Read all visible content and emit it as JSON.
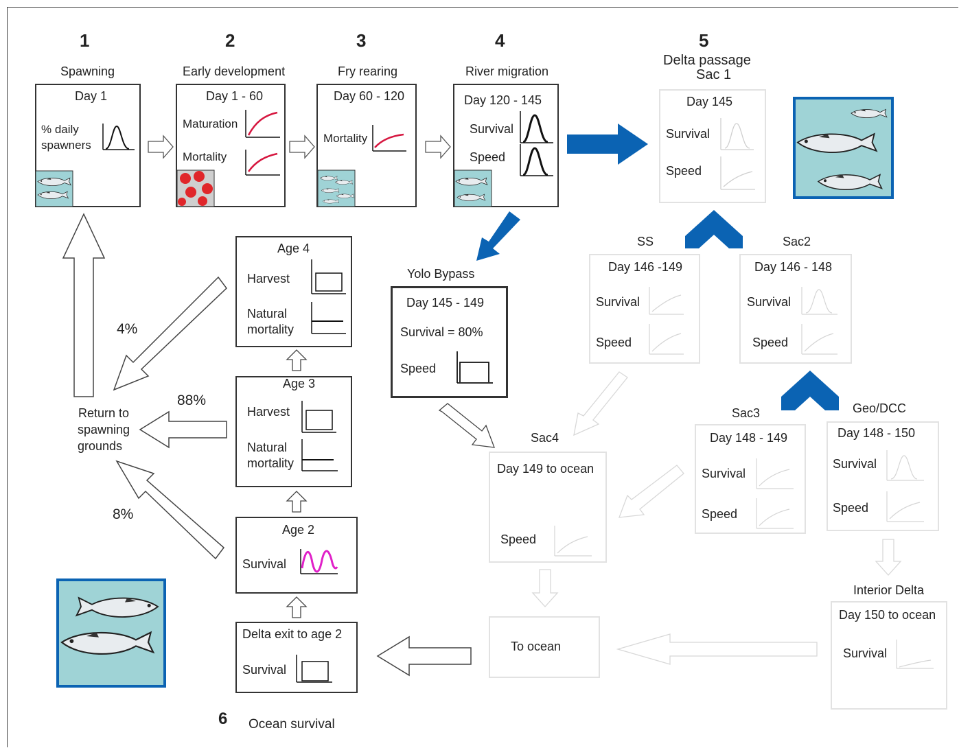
{
  "stages": {
    "s1": {
      "num": "1",
      "title": "Spawning",
      "day": "Day 1",
      "label1": "% daily",
      "label2": "spawners"
    },
    "s2": {
      "num": "2",
      "title": "Early development",
      "day": "Day 1 - 60",
      "maturation": "Maturation",
      "mortality": "Mortality"
    },
    "s3": {
      "num": "3",
      "title": "Fry rearing",
      "day": "Day 60 - 120",
      "mortality": "Mortality"
    },
    "s4": {
      "num": "4",
      "title": "River migration",
      "day": "Day 120 - 145",
      "survival": "Survival",
      "speed": "Speed"
    },
    "s5": {
      "num": "5",
      "title": "Delta passage",
      "subtitle": "Sac 1",
      "day": "Day 145",
      "survival": "Survival",
      "speed": "Speed"
    },
    "s6": {
      "num": "6",
      "title": "Ocean survival"
    }
  },
  "delta": {
    "ss": {
      "title": "SS",
      "day": "Day 146 -149",
      "survival": "Survival",
      "speed": "Speed"
    },
    "sac2": {
      "title": "Sac2",
      "day": "Day 146 - 148",
      "survival": "Survival",
      "speed": "Speed"
    },
    "sac3": {
      "title": "Sac3",
      "day": "Day 148 - 149",
      "survival": "Survival",
      "speed": "Speed"
    },
    "geo": {
      "title": "Geo/DCC",
      "day": "Day 148 - 150",
      "survival": "Survival",
      "speed": "Speed"
    },
    "yolo": {
      "title": "Yolo Bypass",
      "day": "Day 145 - 149",
      "survival": "Survival = 80%",
      "speed": "Speed"
    },
    "sac4": {
      "title": "Sac4",
      "day": "Day 149 to ocean",
      "speed": "Speed"
    },
    "interior": {
      "title": "Interior Delta",
      "day": "Day 150 to ocean",
      "survival": "Survival"
    },
    "to_ocean": "To ocean"
  },
  "ocean": {
    "age4": {
      "title": "Age 4",
      "harvest": "Harvest",
      "natural1": "Natural",
      "natural2": "mortality"
    },
    "age3": {
      "title": "Age 3",
      "harvest": "Harvest",
      "natural1": "Natural",
      "natural2": "mortality"
    },
    "age2": {
      "title": "Age 2",
      "survival": "Survival"
    },
    "exit": {
      "title": "Delta exit to age 2",
      "survival": "Survival"
    }
  },
  "return": {
    "label1": "Return to",
    "label2": "spawning",
    "label3": "grounds",
    "pct_age4": "4%",
    "pct_age3": "88%",
    "pct_age2": "8%"
  },
  "colors": {
    "arrow_blue": "#0b63b3",
    "curve_red": "#d6163f",
    "curve_magenta": "#e020c8",
    "fish_bg": "#9fd3d6"
  }
}
